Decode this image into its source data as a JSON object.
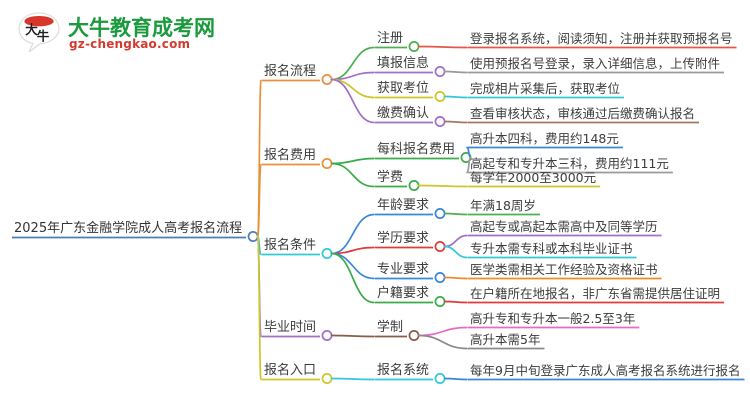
{
  "logo": {
    "mark_text": "大牛",
    "name_cn": "大牛教育成考网",
    "name_en": "gz-chengkao.com",
    "colors": {
      "green": "#1a9a3c",
      "red": "#d23b2e"
    }
  },
  "mindmap": {
    "root": {
      "label": "2025年广东金融学院成人高考报名流程",
      "underline_color": "#4a7ebb",
      "node_color": "#4a7ebb"
    },
    "branches": [
      {
        "label": "报名流程",
        "underline_color": "#e8913a",
        "node_color": "#e8913a",
        "children": [
          {
            "label": "注册",
            "underline_color": "#4caf50",
            "node_color": "#4caf50",
            "details": [
              {
                "label": "登录报名系统，阅读须知，注册并获取预报名号",
                "underline_color": "#e8544a"
              }
            ]
          },
          {
            "label": "填报信息",
            "underline_color": "#a06fc8",
            "node_color": "#a06fc8",
            "details": [
              {
                "label": "使用预报名号登录，录入详细信息，上传附件",
                "underline_color": "#9a9a9a"
              }
            ]
          },
          {
            "label": "获取考位",
            "underline_color": "#cdc62a",
            "node_color": "#cdc62a",
            "details": [
              {
                "label": "完成相片采集后，获取考位",
                "underline_color": "#31c8d8"
              }
            ]
          },
          {
            "label": "缴费确认",
            "underline_color": "#a06fc8",
            "node_color": "#a06fc8",
            "details": [
              {
                "label": "查看审核状态，审核通过后缴费确认报名",
                "underline_color": "#a8746a"
              }
            ]
          }
        ]
      },
      {
        "label": "报名费用",
        "underline_color": "#e8913a",
        "node_color": "#e8913a",
        "children": [
          {
            "label": "每科报名费用",
            "underline_color": "#3bab4a",
            "node_color": "#3bab4a",
            "details": [
              {
                "label": "高升本四科，费用约148元",
                "underline_color": "#3a86d8"
              },
              {
                "label": "高起专和专升本三科，费用约111元",
                "underline_color": "#9a9a9a"
              }
            ]
          },
          {
            "label": "学费",
            "underline_color": "#3bab4a",
            "node_color": "#3bab4a",
            "details": [
              {
                "label": "每学年2000至3000元",
                "underline_color": "#cdc62a"
              }
            ]
          }
        ]
      },
      {
        "label": "报名条件",
        "underline_color": "#31c8d8",
        "node_color": "#31c8d8",
        "children": [
          {
            "label": "年龄要求",
            "underline_color": "#3a86d8",
            "node_color": "#3a86d8",
            "details": [
              {
                "label": "年满18周岁",
                "underline_color": "#4caf50"
              }
            ]
          },
          {
            "label": "学历要求",
            "underline_color": "#e03a3a",
            "node_color": "#e03a3a",
            "details": [
              {
                "label": "高起专或高起本需高中及同等学历",
                "underline_color": "#a06fc8"
              },
              {
                "label": "专升本需专科或本科毕业证书",
                "underline_color": "#31c8d8"
              }
            ]
          },
          {
            "label": "专业要求",
            "underline_color": "#3a86d8",
            "node_color": "#3a86d8",
            "details": [
              {
                "label": "医学类需相关工作经验及资格证书",
                "underline_color": "#f08a2a"
              }
            ]
          },
          {
            "label": "户籍要求",
            "underline_color": "#3bab4a",
            "node_color": "#3bab4a",
            "details": [
              {
                "label": "在户籍所在地报名，非广东省需提供居住证明",
                "underline_color": "#e03a3a"
              }
            ]
          }
        ]
      },
      {
        "label": "毕业时间",
        "underline_color": "#a06fc8",
        "node_color": "#a06fc8",
        "children": [
          {
            "label": "学制",
            "underline_color": "#8a5a4a",
            "node_color": "#8a5a4a",
            "details": [
              {
                "label": "高升专和专升本一般2.5至3年",
                "underline_color": "#e86ac8"
              },
              {
                "label": "高升本需5年",
                "underline_color": "#8a8a8a"
              }
            ]
          }
        ]
      },
      {
        "label": "报名入口",
        "underline_color": "#cdc62a",
        "node_color": "#cdc62a",
        "children": [
          {
            "label": "报名系统",
            "underline_color": "#31c8d8",
            "node_color": "#31c8d8",
            "details": [
              {
                "label": "每年9月中旬登录广东成人高考报名系统进行报名",
                "underline_color": "#3a86d8"
              }
            ]
          }
        ]
      }
    ]
  }
}
